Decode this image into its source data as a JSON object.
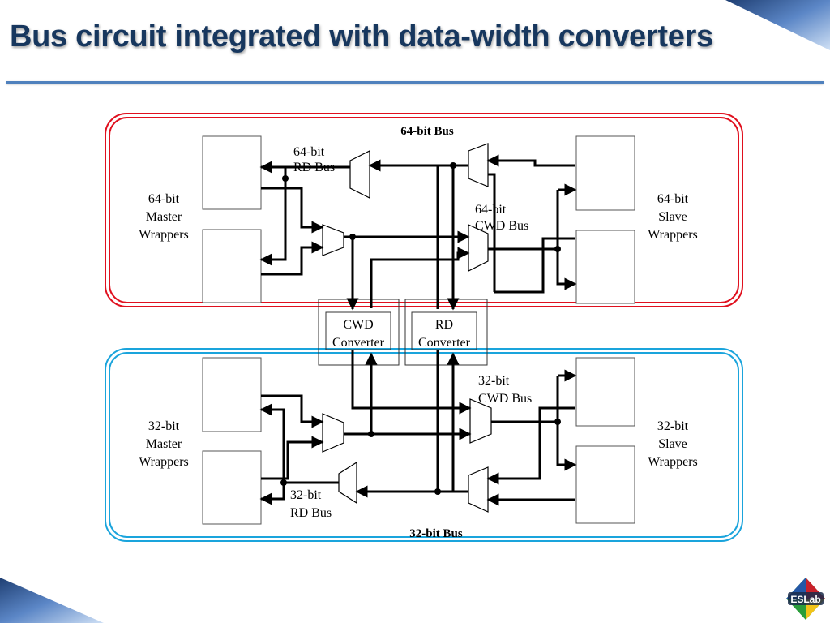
{
  "slide": {
    "title": "Bus circuit integrated with data-width converters"
  },
  "diagram": {
    "bus_64": {
      "title": "64-bit Bus",
      "rd_bus_line1": "64-bit",
      "rd_bus_line2": "RD Bus",
      "cwd_bus_line1": "64-bit",
      "cwd_bus_line2": "CWD Bus",
      "master_line1": "64-bit",
      "master_line2": "Master",
      "master_line3": "Wrappers",
      "slave_line1": "64-bit",
      "slave_line2": "Slave",
      "slave_line3": "Wrappers"
    },
    "converters": {
      "cwd_line1": "CWD",
      "cwd_line2": "Converter",
      "rd_line1": "RD",
      "rd_line2": "Converter"
    },
    "bus_32": {
      "title": "32-bit Bus",
      "cwd_bus_line1": "32-bit",
      "cwd_bus_line2": "CWD Bus",
      "rd_bus_line1": "32-bit",
      "rd_bus_line2": "RD Bus",
      "master_line1": "32-bit",
      "master_line2": "Master",
      "master_line3": "Wrappers",
      "slave_line1": "32-bit",
      "slave_line2": "Slave",
      "slave_line3": "Wrappers"
    },
    "colors": {
      "top_frame": "#e0101e",
      "bottom_frame": "#1aa4dc",
      "title": "#17375e",
      "accent": "#4f81bd"
    }
  },
  "logo": {
    "text": "ESLab"
  }
}
